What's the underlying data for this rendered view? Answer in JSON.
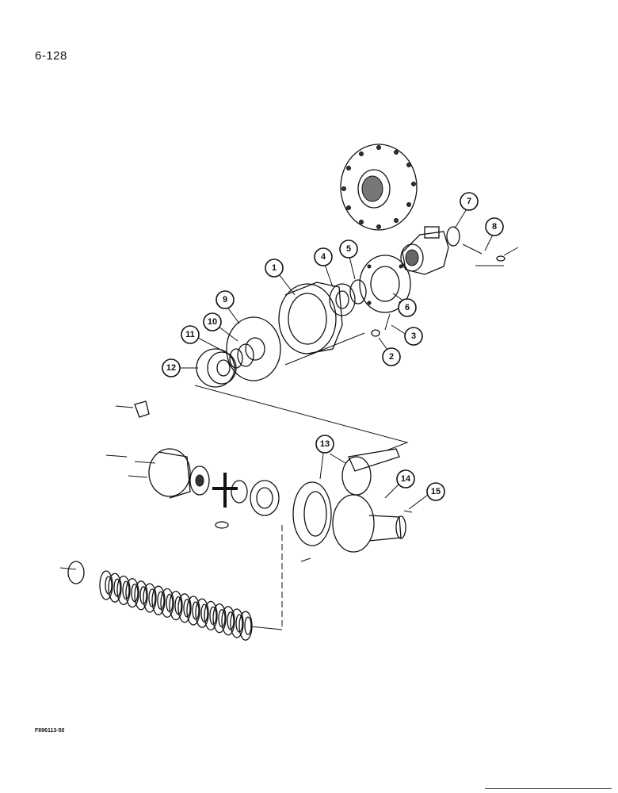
{
  "page": {
    "page_number": "6-128",
    "figure_code": "F896113-50"
  },
  "callouts": [
    {
      "label": "1"
    },
    {
      "label": "2"
    },
    {
      "label": "3"
    },
    {
      "label": "4"
    },
    {
      "label": "5"
    },
    {
      "label": "6"
    },
    {
      "label": "7"
    },
    {
      "label": "8"
    },
    {
      "label": "9"
    },
    {
      "label": "10"
    },
    {
      "label": "11"
    },
    {
      "label": "12"
    },
    {
      "label": "13"
    },
    {
      "label": "14"
    },
    {
      "label": "15"
    }
  ],
  "colors": {
    "ink": "#111111",
    "paper": "#ffffff"
  }
}
